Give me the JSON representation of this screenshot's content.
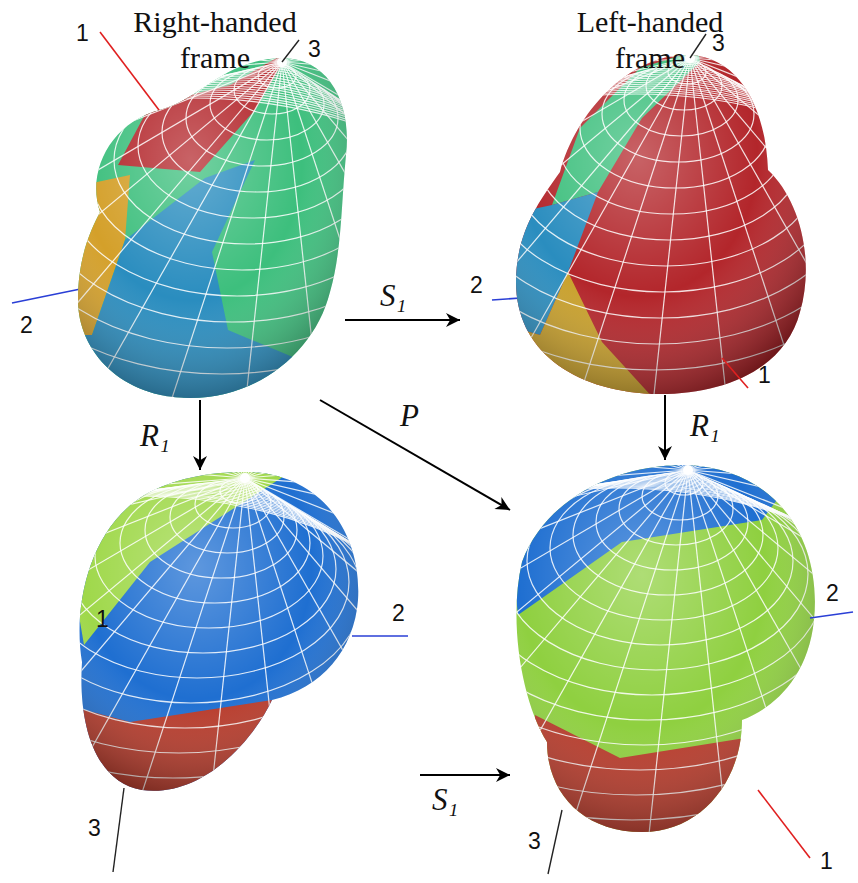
{
  "diagram": {
    "nodes": [
      {
        "text": [
          "Right-handed frame",
          "1",
          "2",
          "3"
        ]
      },
      {
        "text": [
          "Left-handed frame",
          "3",
          "2",
          "1"
        ]
      },
      {
        "text": [
          "1",
          "2",
          "3"
        ]
      },
      {
        "text": [
          "2",
          "3",
          "1"
        ]
      }
    ],
    "edges": [
      {
        "from": 0,
        "to": 1,
        "arrow": "to",
        "label": "S₁"
      },
      {
        "from": 0,
        "to": 2,
        "arrow": "to",
        "label": "R₁"
      },
      {
        "from": 0,
        "to": 3,
        "arrow": "to",
        "label": "P"
      },
      {
        "from": 1,
        "to": 3,
        "arrow": "to",
        "label": "R₁"
      },
      {
        "from": 2,
        "to": 3,
        "arrow": "to",
        "label": "S₁"
      }
    ]
  }
}
